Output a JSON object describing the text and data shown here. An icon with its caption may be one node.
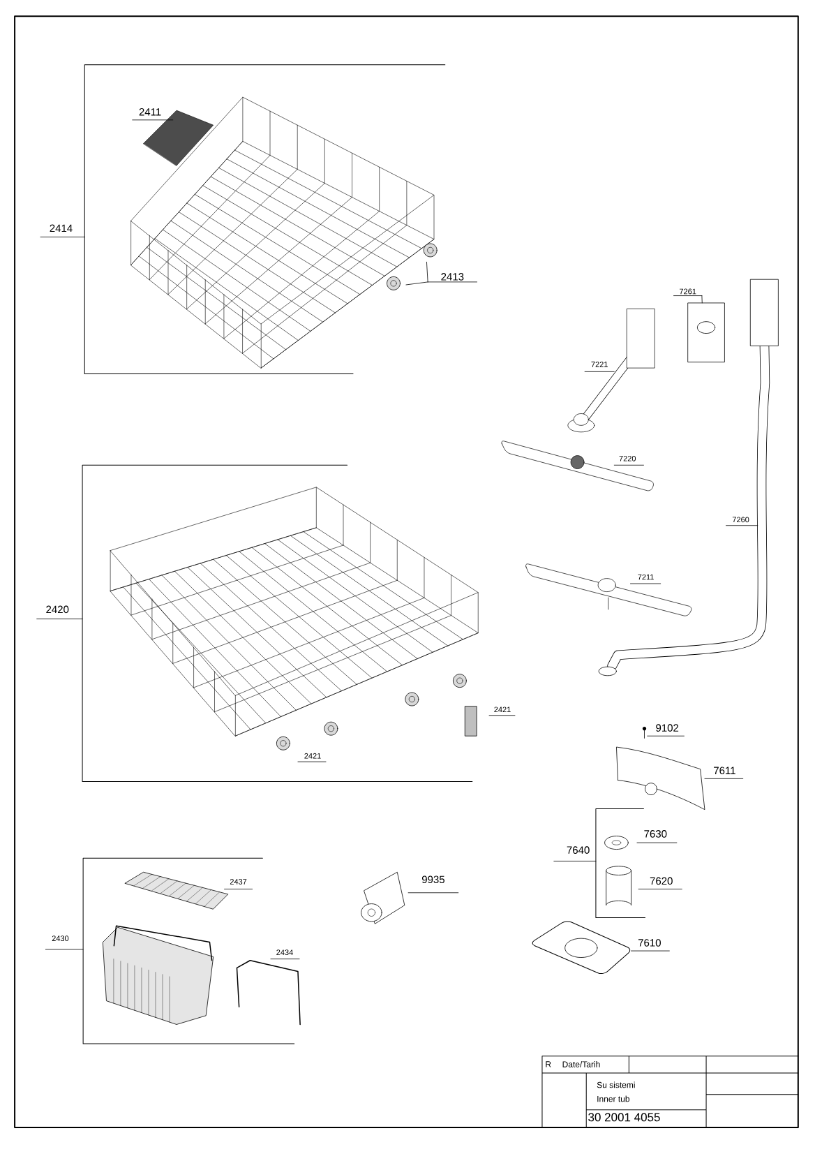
{
  "diagram": {
    "nodes": [
      {
        "text": [
          "2413"
        ]
      },
      {
        "text": [
          "7261"
        ]
      }
    ],
    "edges": [
      {
        "from": 0,
        "to": null,
        "arrow": "none"
      },
      {
        "from": 0,
        "to": null,
        "arrow": "none"
      },
      {
        "from": 1,
        "to": null,
        "arrow": "none"
      }
    ],
    "labels": [
      "2411",
      "2414",
      "7221",
      "7220",
      "7260",
      "2420",
      "7211",
      "2421",
      "2421",
      "9102",
      "7611",
      "2437",
      "9935",
      "7630",
      "7640",
      "2430",
      "7620",
      "7610",
      "2434",
      "R",
      "Date/Tarih",
      "Su sistemi",
      "Inner tub",
      "30 2001 4055"
    ]
  }
}
